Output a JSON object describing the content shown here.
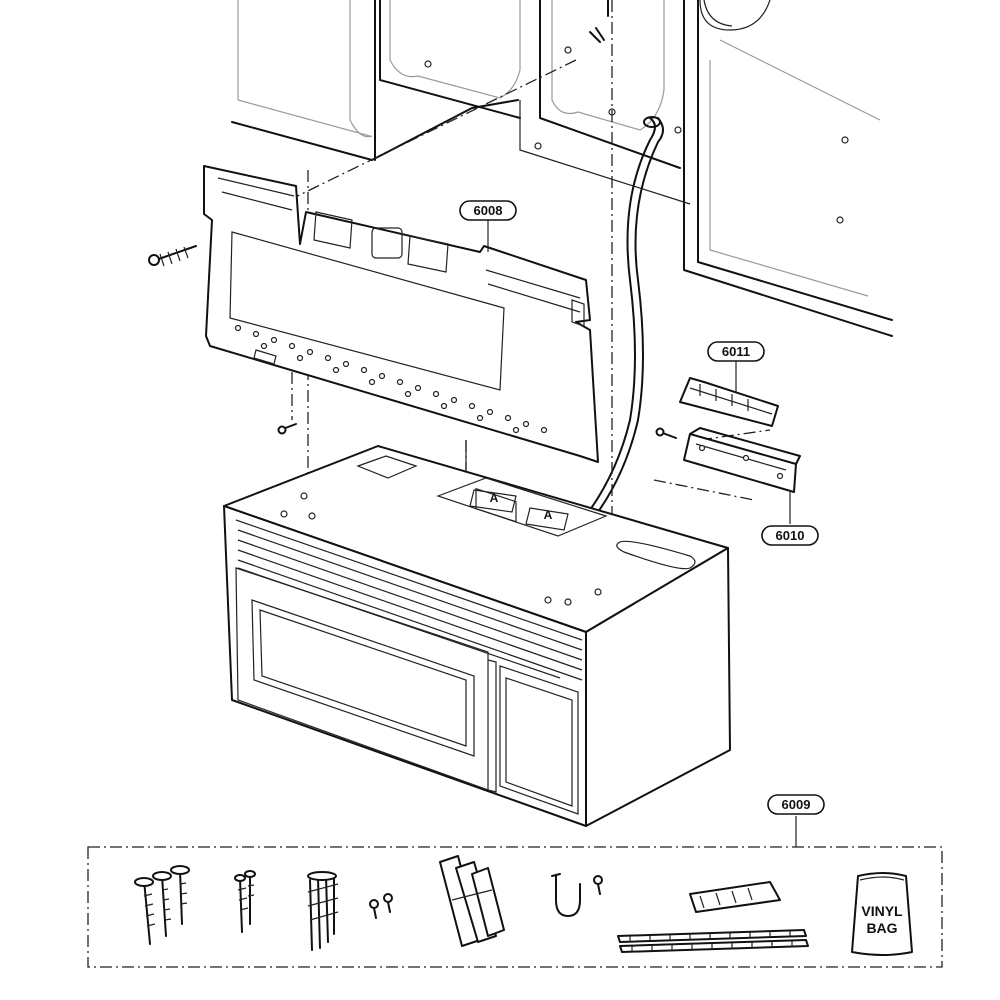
{
  "callouts": {
    "p6008": "6008",
    "p6011": "6011",
    "p6010": "6010",
    "p6009": "6009"
  },
  "box_labels": {
    "a1": "A",
    "a2": "A"
  },
  "vinyl_bag": {
    "line1": "VINYL",
    "line2": "BAG"
  }
}
